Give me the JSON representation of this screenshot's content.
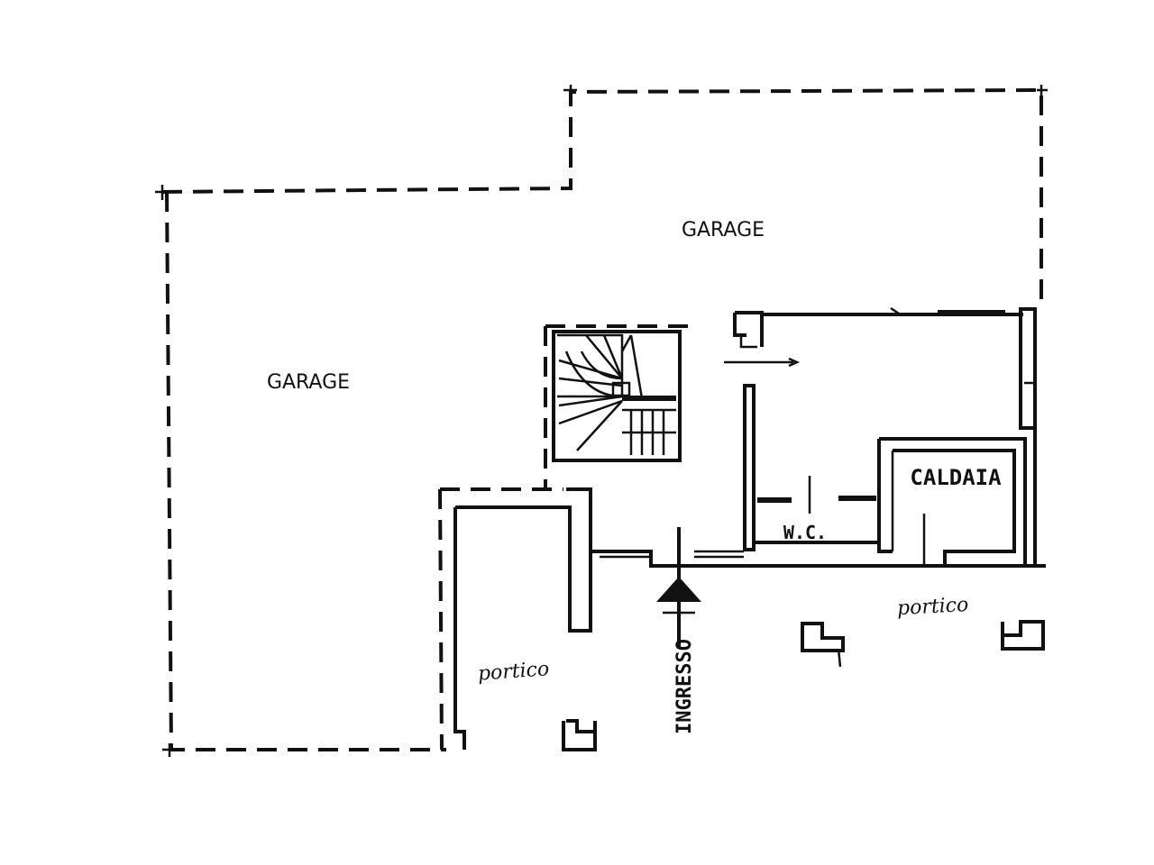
{
  "rooms": {
    "garage_upper": "GARAGE",
    "garage_left": "GARAGE",
    "boiler_room": "CALDAIA",
    "toilet": "W.C."
  },
  "annotations": {
    "entrance": "INGRESSO",
    "porch_left": "portico",
    "porch_right": "portico"
  }
}
